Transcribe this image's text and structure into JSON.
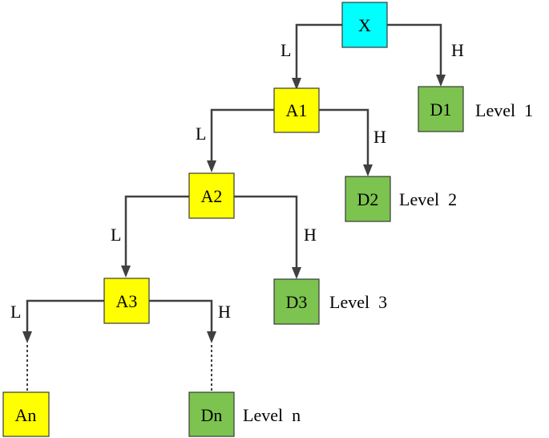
{
  "colors": {
    "root": "#00FFFF",
    "branch": "#FFFF00",
    "leaf": "#7CC34F",
    "line": "#404040"
  },
  "nodes": {
    "x": "X",
    "a1": "A1",
    "a2": "A2",
    "a3": "A3",
    "an": "An",
    "d1": "D1",
    "d2": "D2",
    "d3": "D3",
    "dn": "Dn"
  },
  "edge_labels": {
    "low": "L",
    "high": "H"
  },
  "levels": {
    "level1": "Level  1",
    "level2": "Level  2",
    "level3": "Level  3",
    "leveln": "Level  n"
  }
}
